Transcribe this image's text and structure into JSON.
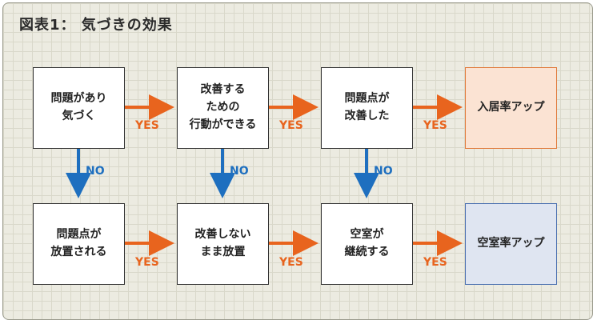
{
  "title": "図表1： 気づきの効果",
  "colors": {
    "yes_arrow": "#e8641e",
    "no_arrow": "#1e6fbf",
    "good_result": "#fbe3d3",
    "bad_result": "#dfe5f1"
  },
  "top_row": [
    "問題があり\n気づく",
    "改善する\nための\n行動ができる",
    "問題点が\n改善した",
    "入居率アップ"
  ],
  "bottom_row": [
    "問題点が\n放置される",
    "改善しない\nまま放置",
    "空室が\n継続する",
    "空室率アップ"
  ],
  "labels": {
    "yes": "YES",
    "no": "NO"
  }
}
